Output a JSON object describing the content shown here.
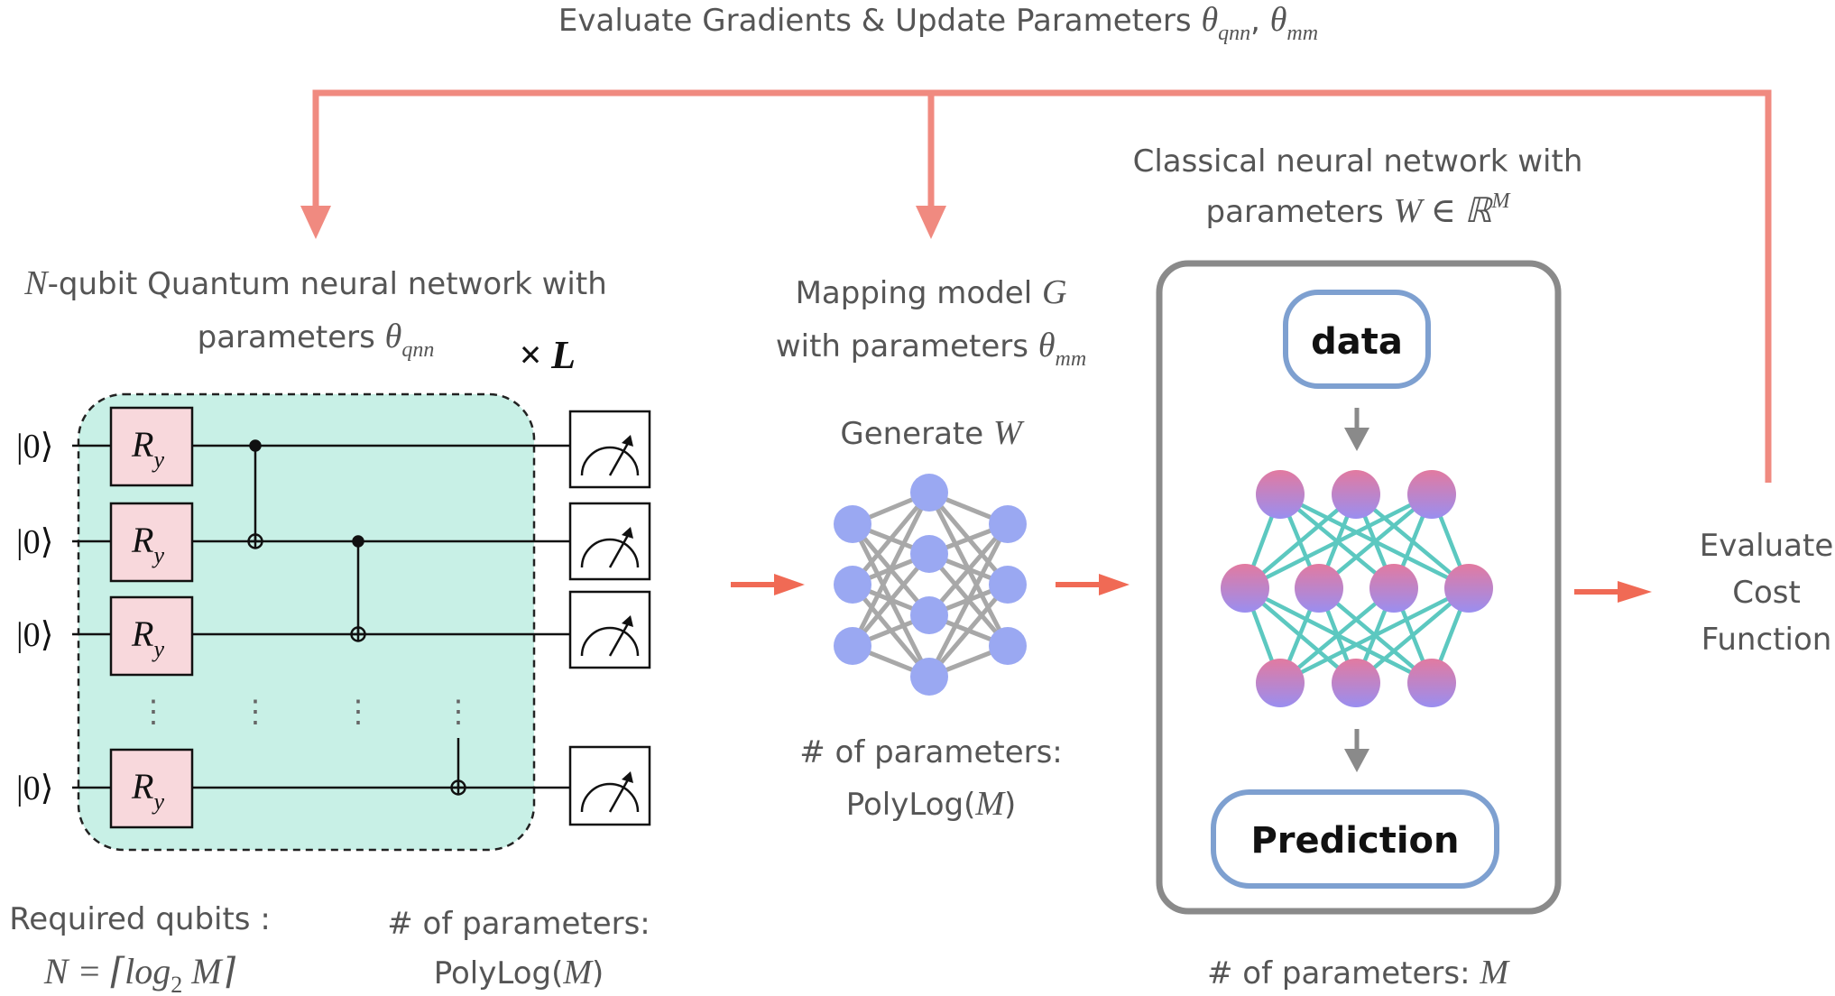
{
  "colors": {
    "feedback": "#f08a80",
    "flow_arrow": "#f06a55",
    "gray_text": "#555555",
    "panel": "#c8f0e6",
    "gate": "#f8d8dc",
    "box_border": "#8a8a8a",
    "pill_border": "#7ea0d0",
    "blue_node": "#9aa8f2",
    "pink_node": "#d07aa8",
    "teal_edge": "#5cc8c0"
  },
  "header": {
    "prefix": "Evaluate Gradients & Update Parameters ",
    "theta": "θ",
    "sub1": "qnn",
    "comma": ", ",
    "sub2": "mm"
  },
  "qnn": {
    "title_var": "N",
    "title_rest": "-qubit Quantum neural network with",
    "line2_prefix": "parameters ",
    "line2_theta": "θ",
    "line2_sub": "qnn",
    "repeat_label": "× L",
    "ket": "|0⟩",
    "gate_letter": "R",
    "gate_sub": "y",
    "vdots": "⋮",
    "required_label": "Required qubits :",
    "formula_lhs": "N = ⌈log",
    "formula_sub": "2",
    "formula_rhs": " M⌉",
    "params_label": "# of parameters:",
    "params_prefix": "PolyLog(",
    "params_var": "M",
    "params_suffix": ")"
  },
  "mapping": {
    "title1_prefix": "Mapping model ",
    "title1_var": "G",
    "title2_prefix": "with parameters ",
    "title2_theta": "θ",
    "title2_sub": "mm",
    "generate_prefix": "Generate ",
    "generate_var": "W",
    "params_label": "# of parameters:",
    "params_prefix": "PolyLog(",
    "params_var": "M",
    "params_suffix": ")"
  },
  "classical": {
    "title1": "Classical neural network with",
    "title2_prefix": "parameters ",
    "title2_expr": "W ∈ ℝ",
    "title2_sup": "M",
    "data_label": "data",
    "prediction_label": "Prediction",
    "params_prefix": "# of parameters: ",
    "params_var": "M"
  },
  "cost": {
    "line1": "Evaluate",
    "line2": "Cost",
    "line3": "Function"
  }
}
